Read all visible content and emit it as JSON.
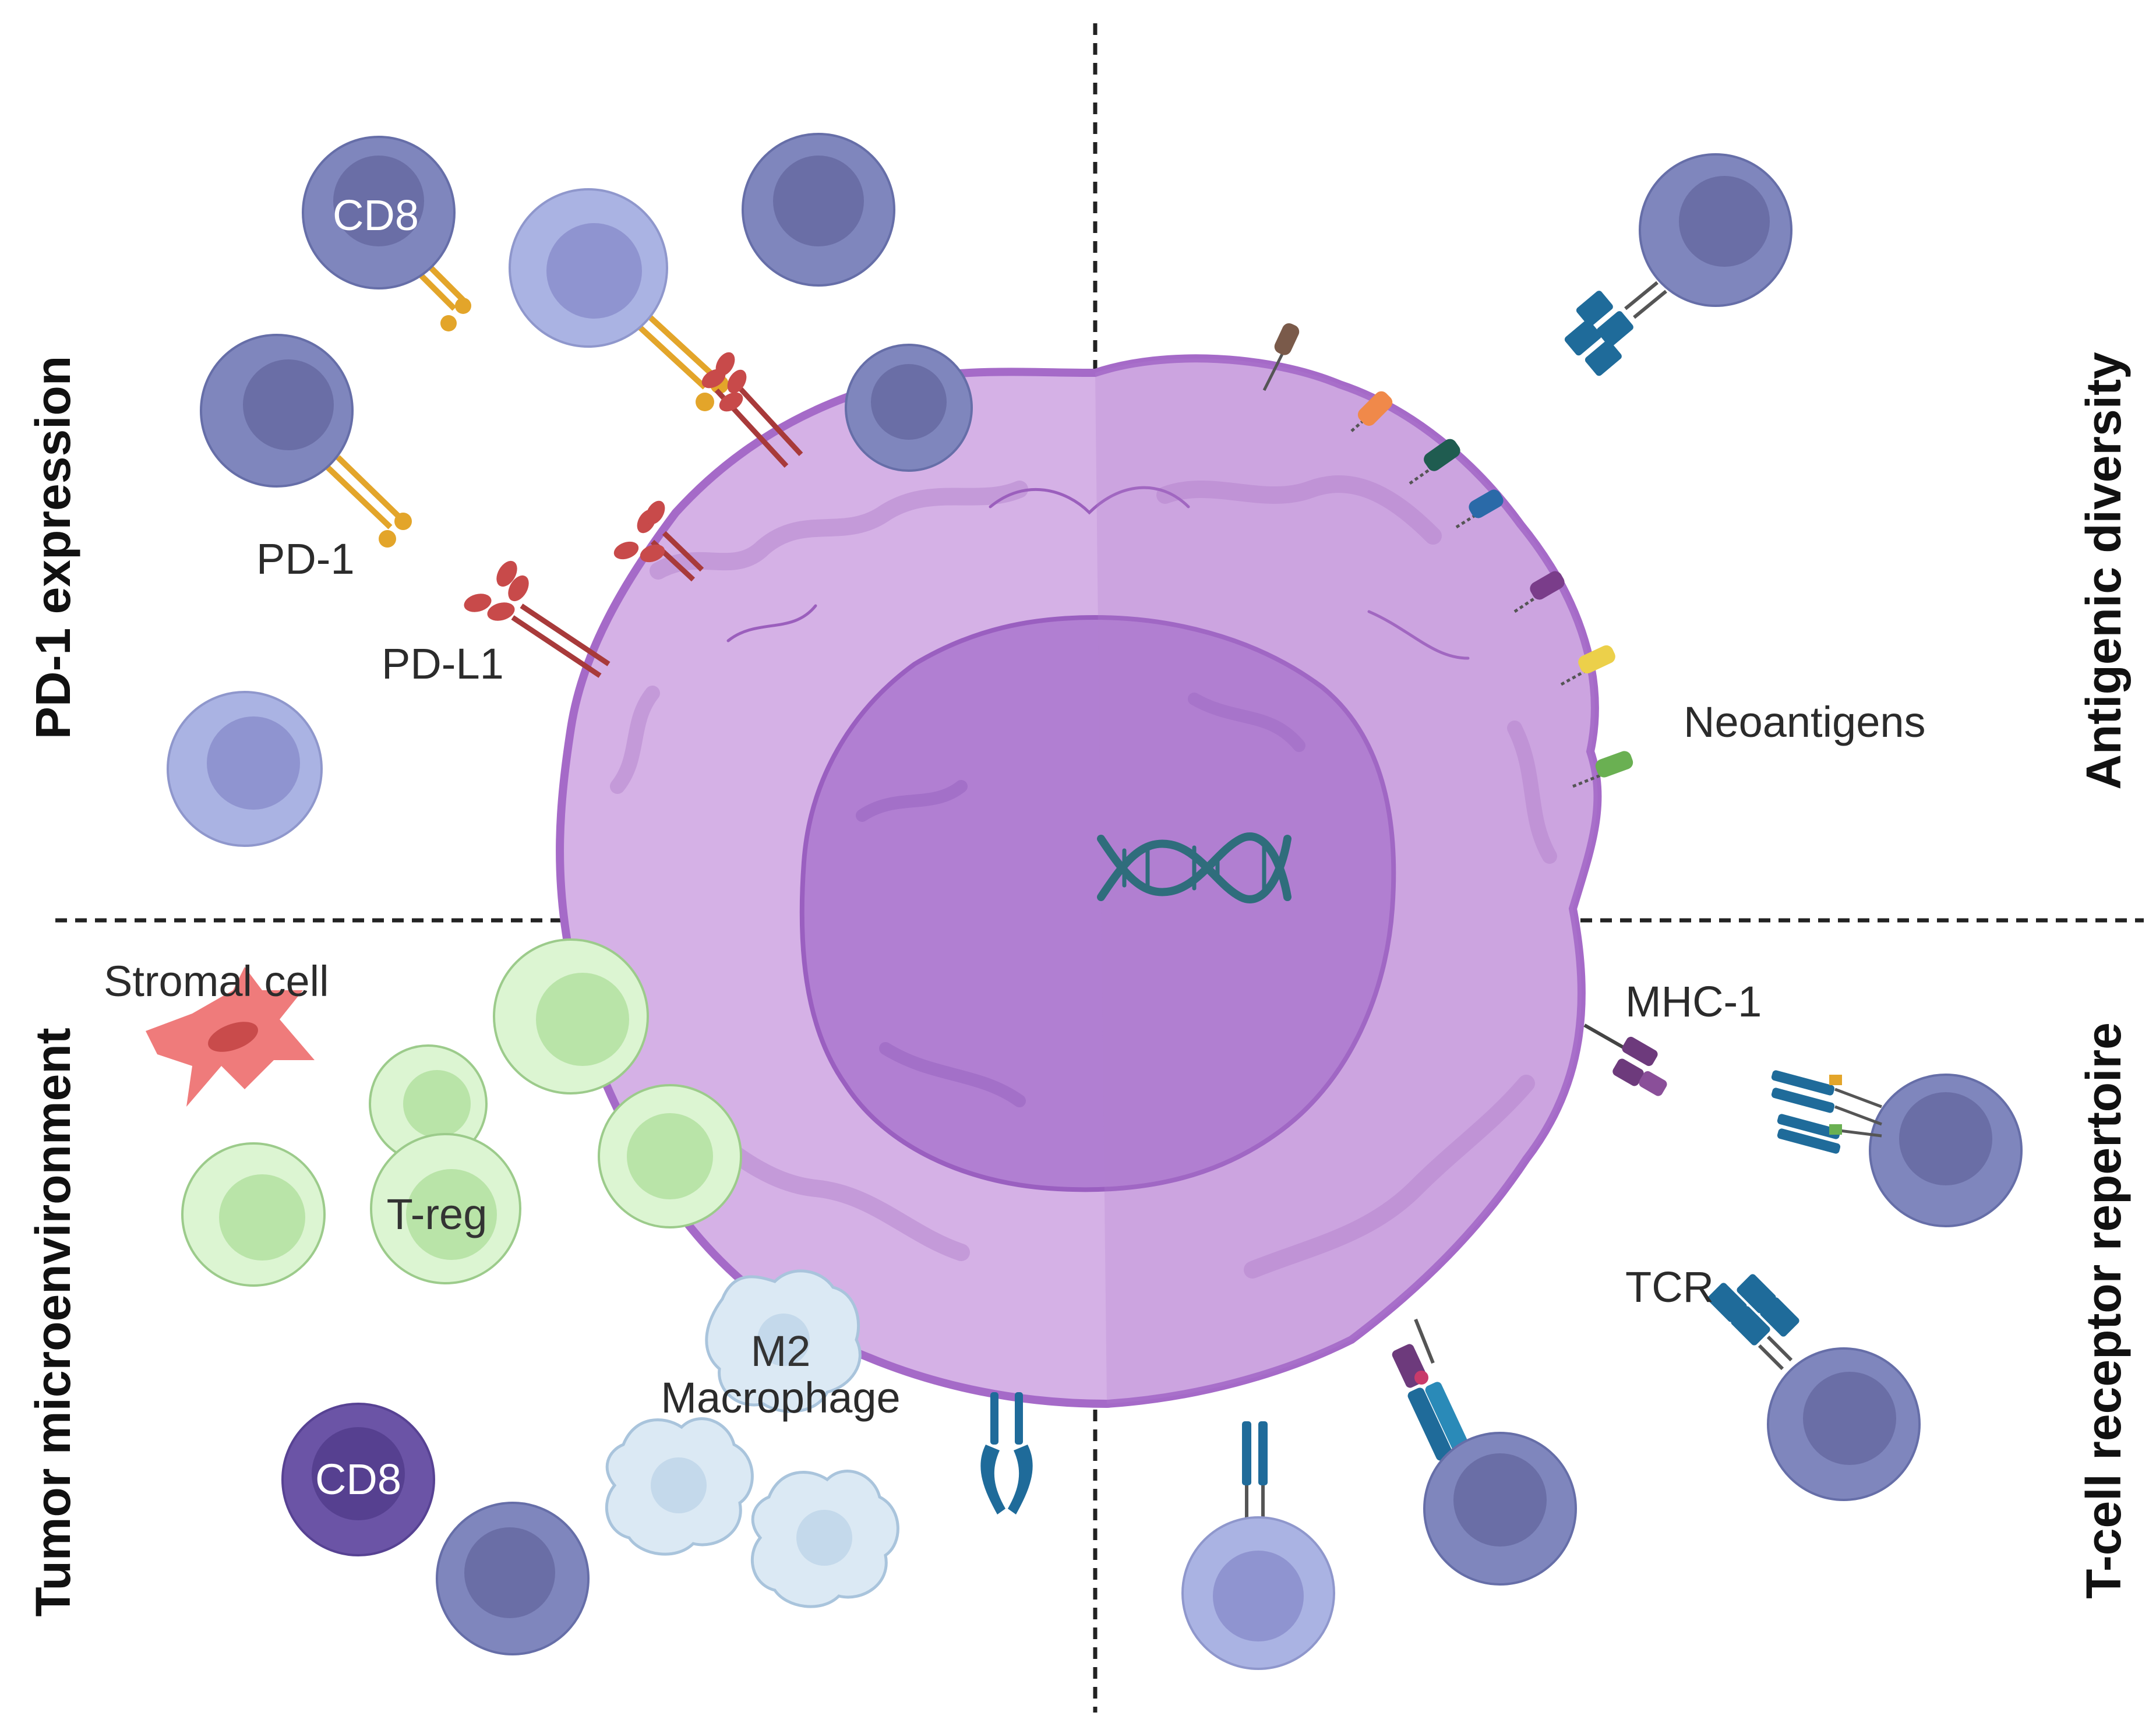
{
  "side_labels": {
    "top_left": "PD-1 expression",
    "bottom_left": "Tumor microenvironment",
    "top_right": "Antigenic diversity",
    "bottom_right": "T-cell receptor repertoire"
  },
  "labels": {
    "cd8_top": "CD8",
    "pd1": "PD-1",
    "pdl1": "PD-L1",
    "neoantigens": "Neoantigens",
    "stromal_cell": "Stromal cell",
    "treg": "T-reg",
    "m2_line1": "M2",
    "m2_line2": "Macrophage",
    "cd8_bottom": "CD8",
    "mhc1": "MHC-1",
    "tcr": "TCR"
  },
  "colors": {
    "tcell_outer": "#7f86bd",
    "tcell_inner": "#6a6ea6",
    "tcell_light_outer": "#aab3e3",
    "tcell_light_inner": "#8f94d0",
    "cd8_dark_outer": "#6b54a6",
    "cd8_dark_inner": "#564090",
    "tumor_outer": "#d5b1e6",
    "tumor_edge": "#a56ac8",
    "tumor_nucleus": "#b17fd2",
    "treg_outer": "#dcf5d2",
    "treg_inner": "#b9e4a8",
    "stromal": "#ef7b7b",
    "pd1_receptor": "#e3a52a",
    "pdl1_receptor": "#a83a3a",
    "tcr_receptor": "#1f6b9a",
    "mhc1": "#6d3a7c",
    "macrophage": "#dbe9f4",
    "dna": "#2f6d7c"
  },
  "icons": [
    "dna-icon",
    "pd1-receptor-icon",
    "pdl1-receptor-icon",
    "tcr-receptor-icon",
    "mhc1-icon",
    "neoantigen-icon"
  ]
}
